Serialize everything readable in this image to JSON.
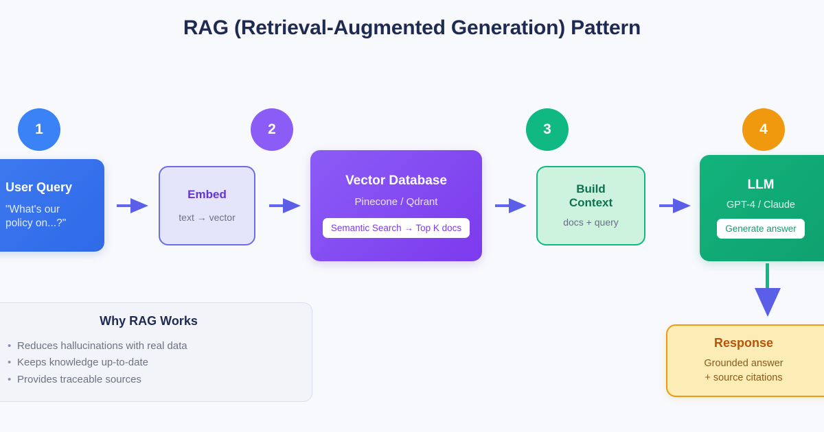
{
  "title": "RAG (Retrieval-Augmented Generation) Pattern",
  "colors": {
    "background": "#f8f9fc",
    "title": "#1e2a52",
    "arrow": "#5b5fe8",
    "step1": "#3b82f6",
    "step2": "#8b5cf6",
    "step3": "#10b981",
    "step4": "#f0990f",
    "vertical_arrow_line": "#10b981"
  },
  "steps": [
    {
      "number": "1",
      "color": "#3b82f6"
    },
    {
      "number": "2",
      "color": "#8b5cf6"
    },
    {
      "number": "3",
      "color": "#10b981"
    },
    {
      "number": "4",
      "color": "#f0990f"
    }
  ],
  "nodes": {
    "user_query": {
      "title": "User Query",
      "subtitle": "\"What's our\npolicy on...?\"",
      "subtitle_line1": "\"What's our",
      "subtitle_line2": "policy on...?\""
    },
    "embed": {
      "title": "Embed",
      "subtitle": "text → vector"
    },
    "vector_db": {
      "title": "Vector Database",
      "subtitle": "Pinecone / Qdrant",
      "pill": "Semantic Search → Top K docs"
    },
    "build_context": {
      "title_line1": "Build",
      "title_line2": "Context",
      "subtitle": "docs + query"
    },
    "llm": {
      "title": "LLM",
      "subtitle": "GPT-4 / Claude",
      "pill": "Generate answer"
    },
    "response": {
      "title": "Response",
      "subtitle_line1": "Grounded answer",
      "subtitle_line2": "+ source citations"
    }
  },
  "panel": {
    "title": "Why RAG Works",
    "bullets": [
      "Reduces hallucinations with real data",
      "Keeps knowledge up-to-date",
      "Provides traceable sources"
    ]
  }
}
